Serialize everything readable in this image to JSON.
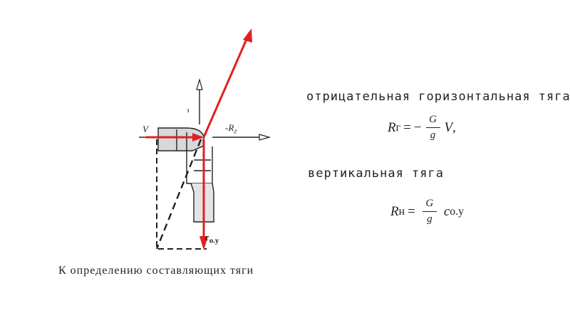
{
  "diagram": {
    "caption": "К определению составляющих тяги",
    "label_v": "V",
    "label_rg": "-R",
    "label_rg_sub": "г",
    "label_c": "c",
    "label_c_sub": "о.у",
    "label_small": "з"
  },
  "formulas": {
    "horizontal_heading": "отрицательная горизонтальная тяга",
    "horizontal": {
      "lhs": "R",
      "lhs_sub": "г",
      "eq": "=",
      "sign": "−",
      "num": "G",
      "den": "g",
      "var": "V",
      "tail": ","
    },
    "vertical_heading": "вертикальная тяга",
    "vertical": {
      "lhs": "R",
      "lhs_sub": "н",
      "eq": "=",
      "num": "G",
      "den": "g",
      "var": "c",
      "var_sub": "о.у"
    }
  },
  "colors": {
    "force": "#e02020",
    "ink": "#222222"
  }
}
